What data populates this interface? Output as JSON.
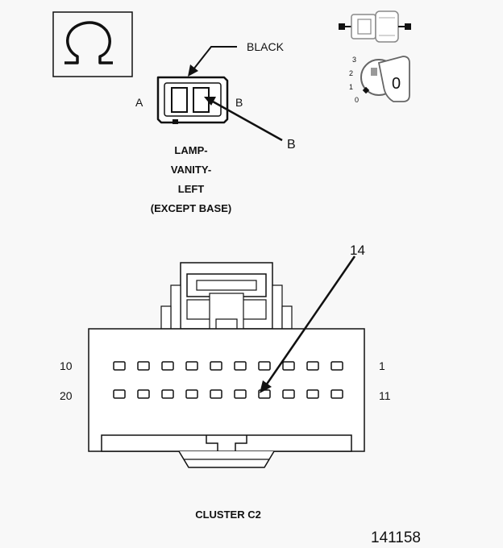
{
  "connector_a": {
    "wire_color": "BLACK",
    "pin_a": "A",
    "pin_b": "B",
    "callout": "B",
    "title_lines": [
      "LAMP-",
      "VANITY-",
      "LEFT",
      "(EXCEPT BASE)"
    ]
  },
  "ignition": {
    "key_label": "0",
    "positions": [
      "3",
      "2",
      "1",
      "0"
    ]
  },
  "connector_b": {
    "callout": "14",
    "top_row_left": "10",
    "top_row_right": "1",
    "bottom_row_left": "20",
    "bottom_row_right": "11",
    "title": "CLUSTER C2",
    "pin_columns": 10
  },
  "figure_number": "141158",
  "colors": {
    "line": "#111111",
    "background": "#f8f8f8"
  }
}
